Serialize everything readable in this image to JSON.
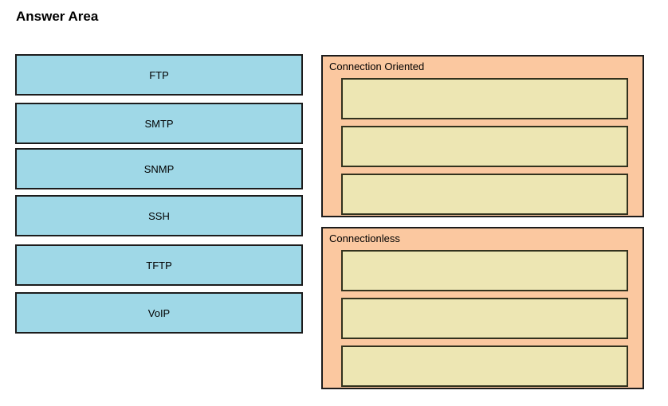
{
  "page": {
    "title": "Answer Area"
  },
  "colors": {
    "item_bg": "#9FD8E7",
    "item_border": "#1C1C1C",
    "panel_bg": "#FBC8A0",
    "panel_border": "#1C1C1C",
    "slot_bg": "#EDE6B3",
    "slot_border": "#32321E",
    "text": "#000000"
  },
  "drag_items": [
    {
      "label": "FTP"
    },
    {
      "label": "SMTP"
    },
    {
      "label": "SNMP"
    },
    {
      "label": "SSH"
    },
    {
      "label": "TFTP"
    },
    {
      "label": "VoIP"
    }
  ],
  "drop_groups": [
    {
      "title": "Connection Oriented",
      "slots": [
        "",
        "",
        ""
      ]
    },
    {
      "title": "Connectionless",
      "slots": [
        "",
        "",
        ""
      ]
    }
  ]
}
